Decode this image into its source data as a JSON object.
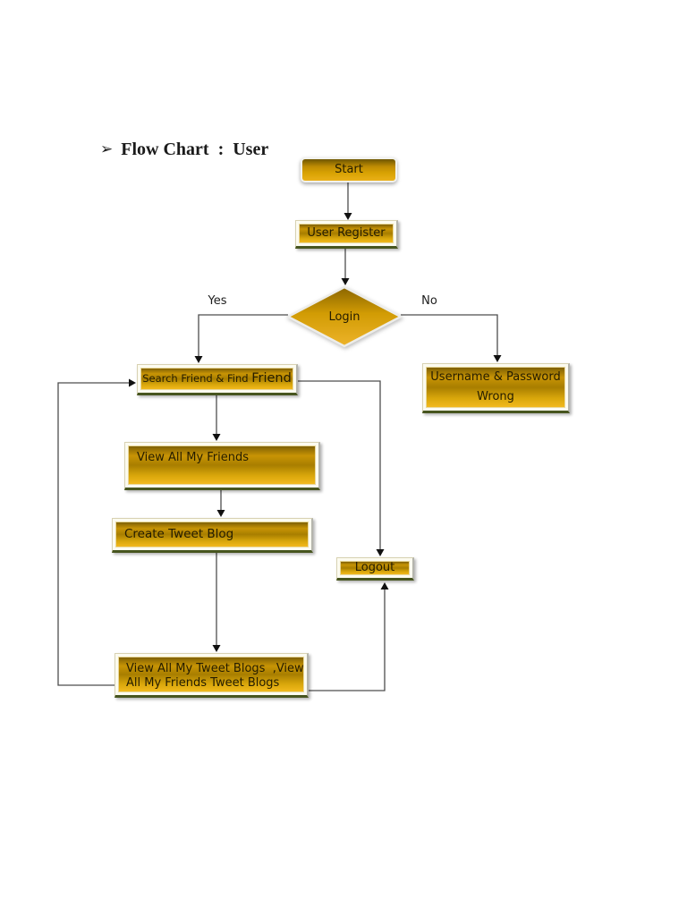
{
  "page": {
    "title": "Flow Chart  :  User",
    "bullet_icon": "➢"
  },
  "flowchart": {
    "nodes": {
      "start": {
        "label": "Start"
      },
      "user_register": {
        "label": "User Register"
      },
      "login": {
        "label": "Login"
      },
      "search_friend": {
        "label_part1": "Search Friend & Find ",
        "label_part2": "Friend"
      },
      "username_password_wrong": {
        "line1": "Username & Password",
        "line2": "Wrong"
      },
      "view_all_friends": {
        "label": "View All My Friends"
      },
      "create_tweet_blog": {
        "label": "Create Tweet Blog"
      },
      "logout": {
        "label": "Logout"
      },
      "view_tweet_blogs": {
        "line1": "View All My Tweet Blogs  ,View",
        "line2": "All My Friends Tweet Blogs"
      }
    },
    "edge_labels": {
      "yes": "Yes",
      "no": "No"
    },
    "colors": {
      "gold": "#d9a303",
      "gold_dark": "#7a5c03",
      "gold_light": "#f2b91d",
      "text": "#241c00"
    }
  }
}
